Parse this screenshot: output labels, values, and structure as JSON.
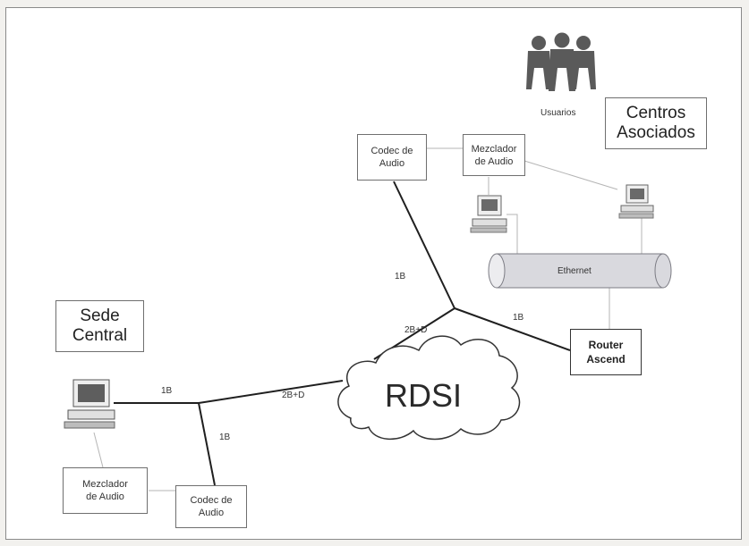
{
  "labels": {
    "usuarios": "Usuarios",
    "centros": "Centros\nAsociados",
    "sede": "Sede\nCentral",
    "codec_top": "Codec de\nAudio",
    "mezclador_top": "Mezclador\nde Audio",
    "ethernet": "Ethernet",
    "router": "Router\nAscend",
    "rdsi": "RDSI",
    "mezclador_bottom": "Mezclador\nde Audio",
    "codec_bottom": "Codec de\nAudio"
  },
  "links": {
    "b1_top": "1B",
    "b1_right": "1B",
    "b2d_top": "2B+D",
    "b2d_left": "2B+D",
    "b1_left": "1B",
    "b1_down": "1B"
  }
}
